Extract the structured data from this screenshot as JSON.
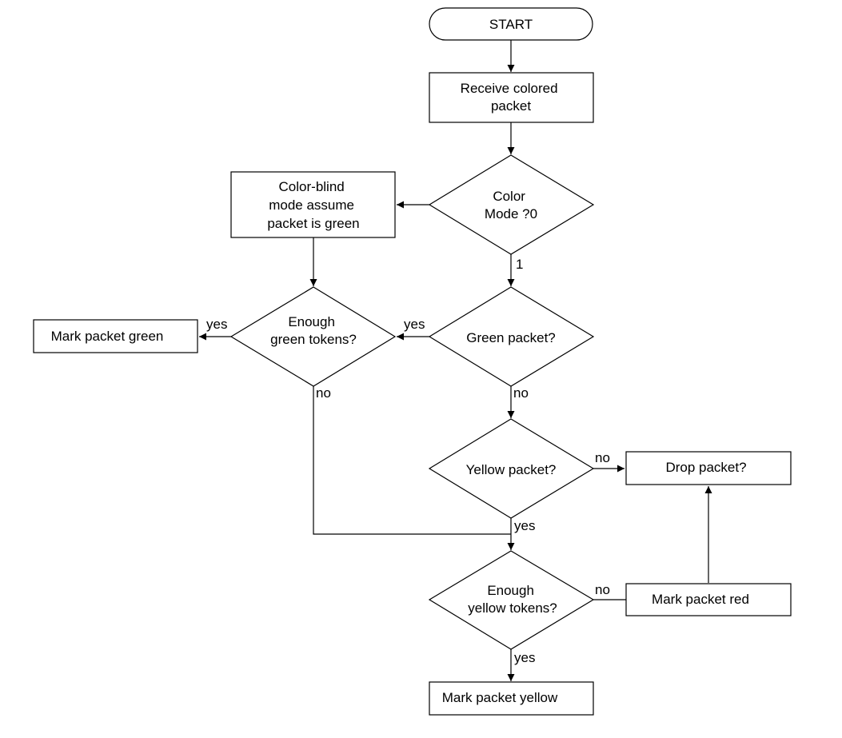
{
  "nodes": {
    "start": {
      "text": [
        "START"
      ]
    },
    "receive": {
      "text": [
        "Receive colored",
        "packet"
      ]
    },
    "color_mode": {
      "text": [
        "Color",
        "Mode ?0"
      ]
    },
    "color_blind": {
      "text": [
        "Color-blind",
        "mode assume",
        "packet is green"
      ]
    },
    "enough_green": {
      "text": [
        "Enough",
        "green tokens?"
      ]
    },
    "green_packet": {
      "text": [
        "Green packet?"
      ]
    },
    "mark_green": {
      "text": [
        "Mark packet green"
      ]
    },
    "yellow_packet": {
      "text": [
        "Yellow packet?"
      ]
    },
    "drop_packet": {
      "text": [
        "Drop packet?"
      ]
    },
    "enough_yellow": {
      "text": [
        "Enough",
        "yellow tokens?"
      ]
    },
    "mark_red": {
      "text": [
        "Mark packet red"
      ]
    },
    "mark_yellow": {
      "text": [
        "Mark packet yellow"
      ]
    }
  },
  "edge_labels": {
    "mode_one": "1",
    "green_yes": "yes",
    "tokens_green_yes": "yes",
    "tokens_green_no": "no",
    "green_no": "no",
    "yellow_no": "no",
    "yellow_yes": "yes",
    "tokens_yellow_no": "no",
    "tokens_yellow_yes": "yes"
  }
}
